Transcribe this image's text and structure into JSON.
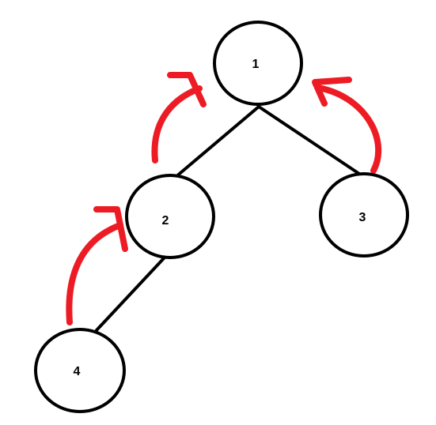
{
  "diagram": {
    "nodes": [
      {
        "id": "1",
        "label": "1"
      },
      {
        "id": "2",
        "label": "2"
      },
      {
        "id": "3",
        "label": "3"
      },
      {
        "id": "4",
        "label": "4"
      }
    ],
    "edges": [
      {
        "from": "1",
        "to": "2"
      },
      {
        "from": "1",
        "to": "3"
      },
      {
        "from": "2",
        "to": "4"
      }
    ],
    "arrows": [
      {
        "from": "4",
        "to": "2"
      },
      {
        "from": "2",
        "to": "1"
      },
      {
        "from": "3",
        "to": "1"
      }
    ],
    "colors": {
      "node_stroke": "#000000",
      "edge": "#000000",
      "arrow": "#ed1c24",
      "label": "#000000",
      "background": "#ffffff"
    }
  }
}
